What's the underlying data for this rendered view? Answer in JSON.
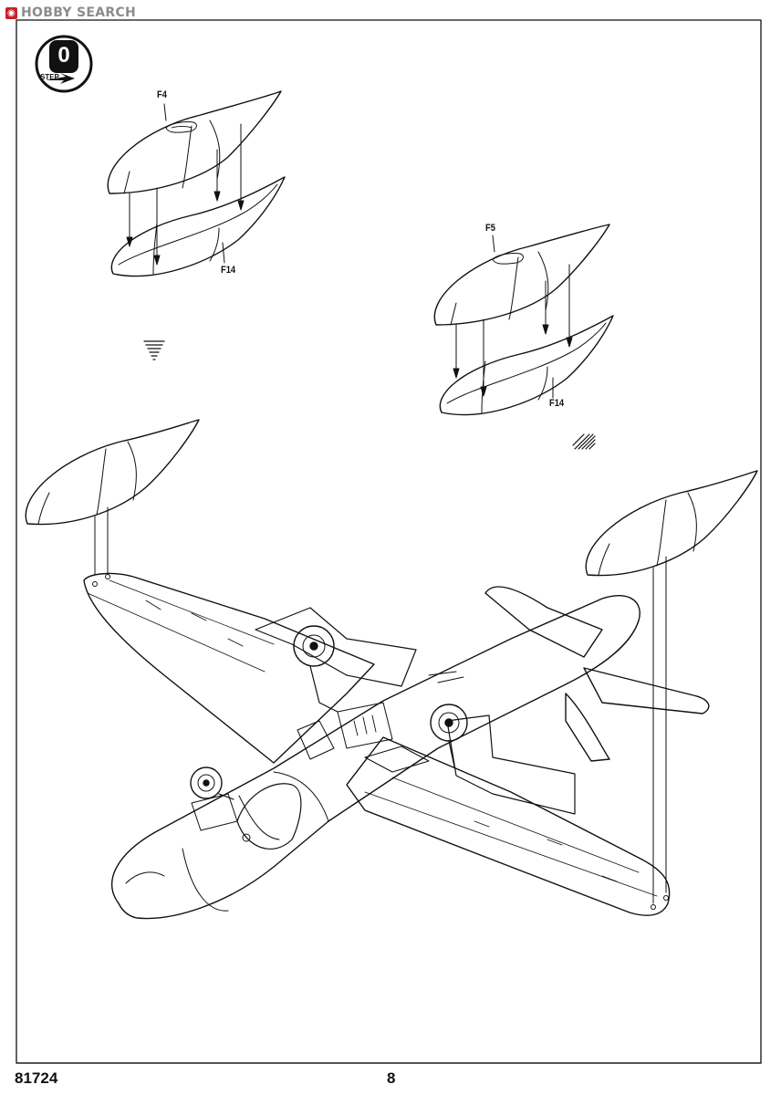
{
  "watermark": {
    "text": "HOBBY SEARCH",
    "icon": "hobby-search-logo-icon"
  },
  "step": {
    "number": "0",
    "word": "STEP"
  },
  "parts": {
    "pod1_top": "F4",
    "pod1_bottom": "F14",
    "pod2_top": "F5",
    "pod2_bottom": "F14"
  },
  "footer": {
    "code": "81724",
    "page": "8"
  }
}
